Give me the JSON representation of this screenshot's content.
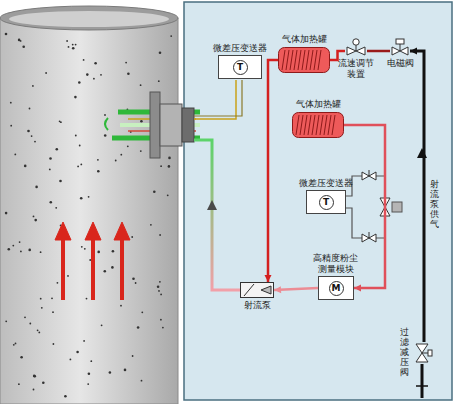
{
  "diagram": {
    "nodes": [
      {
        "text": [
          "微差压变送器",
          "T"
        ]
      },
      {
        "text": [
          "气体加热罐"
        ]
      },
      {
        "text": [
          "流速调节 装置"
        ]
      },
      {
        "text": [
          "电磁阀"
        ]
      },
      {
        "text": [
          "气体加热罐"
        ]
      },
      {
        "text": [
          "微差压变送器",
          "T"
        ]
      },
      {
        "text": [
          "高精度粉尘 测量模块",
          "M"
        ]
      },
      {
        "text": [
          "射流泵"
        ]
      },
      {
        "text": [
          "过滤减压阀"
        ]
      }
    ],
    "edges": [
      {
        "from": 2,
        "to": 1,
        "arrow": "none"
      },
      {
        "from": 3,
        "to": 2,
        "arrow": "none"
      },
      {
        "from": 8,
        "to": 3,
        "arrow": "to"
      },
      {
        "from": 1,
        "to": 7,
        "arrow": "to"
      },
      {
        "from": 4,
        "to": 6,
        "arrow": "to"
      },
      {
        "from": 6,
        "to": 7,
        "arrow": "to"
      }
    ],
    "labels": [
      "射流泵供气"
    ]
  }
}
